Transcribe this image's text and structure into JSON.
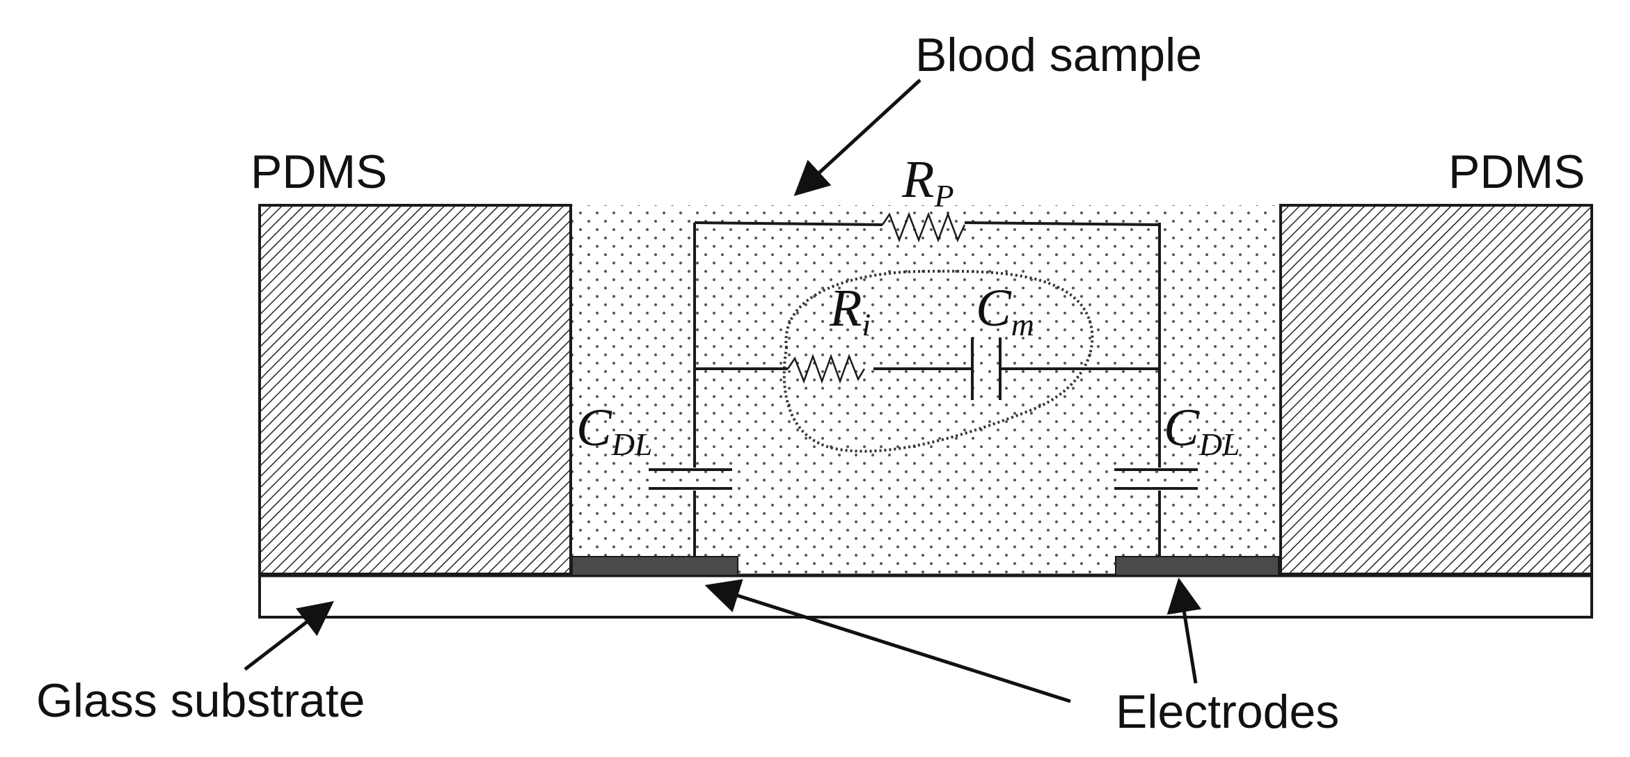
{
  "labels": {
    "blood_sample": "Blood sample",
    "pdms_left": "PDMS",
    "pdms_right": "PDMS",
    "glass_substrate": "Glass substrate",
    "electrodes": "Electrodes"
  },
  "circuit": {
    "rp": {
      "main": "R",
      "sub": "P"
    },
    "ri": {
      "main": "R",
      "sub": "i"
    },
    "cm": {
      "main": "C",
      "sub": "m"
    },
    "cdl_left": {
      "main": "C",
      "sub": "DL"
    },
    "cdl_right": {
      "main": "C",
      "sub": "DL"
    }
  },
  "colors": {
    "pdms_hatch": "#222222",
    "electrode": "#4a4a4a",
    "substrate": "#ffffff",
    "dots": "#555555",
    "line": "#1a1a1a"
  }
}
